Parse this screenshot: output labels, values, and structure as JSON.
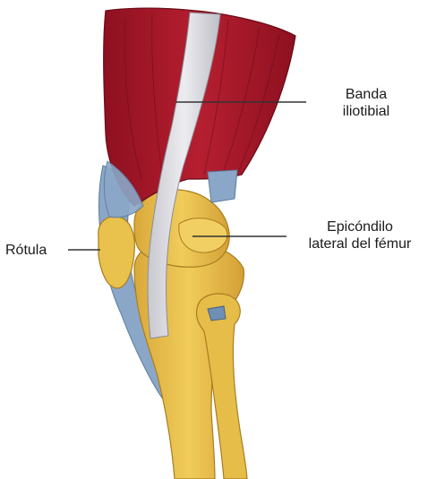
{
  "labels": {
    "iliotibial_band": {
      "line1": "Banda",
      "line2": "iliotibial"
    },
    "lateral_epicondyle": {
      "line1": "Epicóndilo",
      "line2": "lateral del fémur"
    },
    "patella": {
      "text": "Rótula"
    }
  },
  "colors": {
    "muscle": "#a8192a",
    "muscle_dark": "#7a0f1c",
    "tendon_blue": "#8aa7c8",
    "bone": "#e8c24a",
    "bone_shadow": "#c99a2a",
    "iliotibial_band": "#d9d9de",
    "leader_line": "#333333"
  }
}
